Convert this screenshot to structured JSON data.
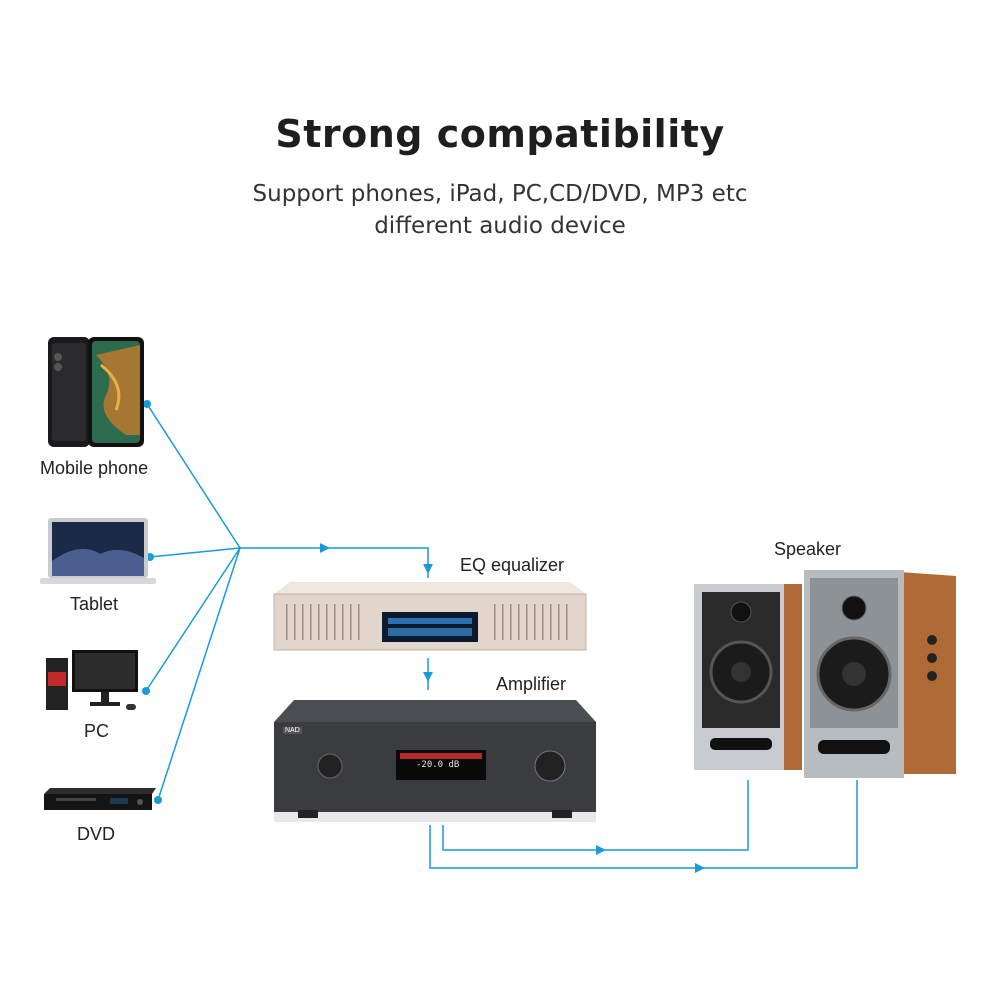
{
  "header": {
    "title": "Strong compatibility",
    "subtitle_line1": "Support phones, iPad, PC,CD/DVD, MP3 etc",
    "subtitle_line2": "different audio device"
  },
  "sources": [
    {
      "label": "Mobile phone",
      "icon": "mobile-phone-icon"
    },
    {
      "label": "Tablet",
      "icon": "laptop-icon"
    },
    {
      "label": "PC",
      "icon": "desktop-pc-icon"
    },
    {
      "label": "DVD",
      "icon": "dvd-player-icon"
    }
  ],
  "chain": {
    "eq_label": "EQ equalizer",
    "amp_label": "Amplifier",
    "amp_display": "-20.0 dB",
    "amp_brand": "NAD",
    "speaker_label": "Speaker"
  },
  "colors": {
    "wire": "#1a9ad6",
    "eq_body": "#e4d8cf",
    "amp_body": "#3a3c40",
    "speaker_wood": "#b06a35",
    "speaker_front": "#2a2a2a"
  }
}
